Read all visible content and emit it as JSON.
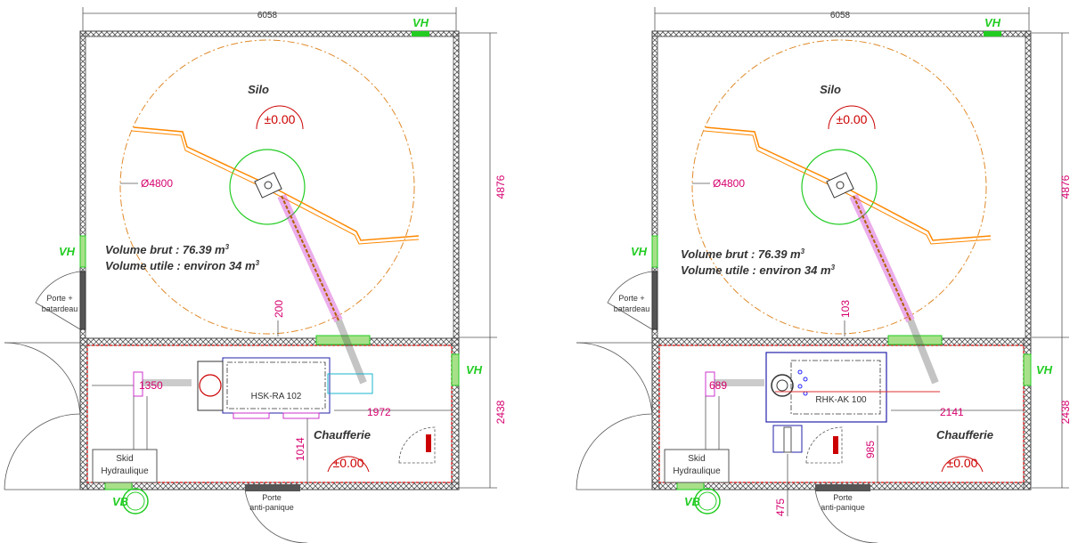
{
  "plans": [
    {
      "name": "left",
      "width_dim": "6058",
      "silo_height_dim": "4876",
      "boiler_height_dim": "2438",
      "silo_label": "Silo",
      "silo_level": "±0.00",
      "diameter": "Ø4800",
      "volume_brut": "Volume brut : 76.39 m",
      "volume_utile": "Volume utile : environ 34 m",
      "volume_exp": "3",
      "vh_top": "VH",
      "vh_left": "VH",
      "vh_right": "VH",
      "vb": "VB",
      "door_side": [
        "Porte +",
        "batardeau"
      ],
      "door_bottom": [
        "Porte",
        "anti-panique"
      ],
      "skid": [
        "Skid",
        "Hydraulique"
      ],
      "boiler_model": "HSK-RA 102",
      "boiler_room": "Chaufferie",
      "boiler_level": "±0.00",
      "dim_200": "200",
      "dim_1972": "1972",
      "dim_1014": "1014",
      "dim_pipe": "1350"
    },
    {
      "name": "right",
      "width_dim": "6058",
      "silo_height_dim": "4876",
      "boiler_height_dim": "2438",
      "silo_label": "Silo",
      "silo_level": "±0.00",
      "diameter": "Ø4800",
      "volume_brut": "Volume brut : 76.39 m",
      "volume_utile": "Volume utile : environ 34 m",
      "volume_exp": "3",
      "vh_top": "VH",
      "vh_left": "VH",
      "vh_right": "VH",
      "vb": "VB",
      "door_side": [
        "Porte +",
        "batardeau"
      ],
      "door_bottom": [
        "Porte",
        "anti-panique"
      ],
      "skid": [
        "Skid",
        "Hydraulique"
      ],
      "boiler_model": "RHK-AK 100",
      "boiler_room": "Chaufferie",
      "boiler_level": "±0.00",
      "dim_200": "103",
      "dim_1972": "2141",
      "dim_1014": "985",
      "dim_475": "475",
      "dim_pipe": "689"
    }
  ],
  "colors": {
    "wall": "#444444",
    "insulation": "#e03030",
    "dimension": "#d6006f",
    "silo_circle": "#e08a2a",
    "agitator": "#ff8800",
    "screw": "#cc33cc",
    "vent": "#22cc22",
    "boiler": "#2222aa"
  }
}
